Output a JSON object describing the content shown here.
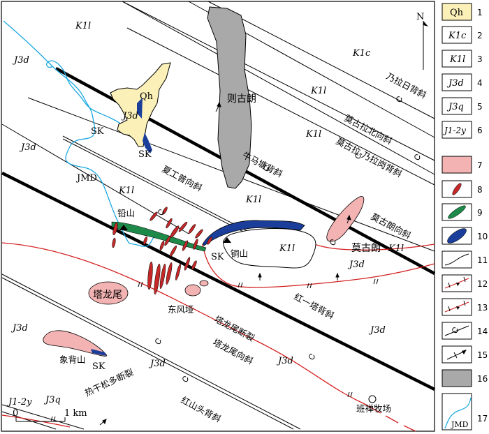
{
  "map": {
    "north_label": "N",
    "scale": {
      "start": "0",
      "end": "1 km"
    },
    "unit_labels": [
      {
        "key": "K1l_a",
        "text": "K1l"
      },
      {
        "key": "K1c",
        "text": "K1c"
      },
      {
        "key": "J3d_a",
        "text": "J3d"
      },
      {
        "key": "Qh",
        "text": "Qh"
      },
      {
        "key": "J3d_b",
        "text": "J3d"
      },
      {
        "key": "J3d_c",
        "text": "J3d"
      },
      {
        "key": "K1l_b",
        "text": "K1l"
      },
      {
        "key": "K1l_c",
        "text": "K1l"
      },
      {
        "key": "K1l_d",
        "text": "K1l"
      },
      {
        "key": "K1l_e",
        "text": "K1l"
      },
      {
        "key": "K1l_f",
        "text": "K1l"
      },
      {
        "key": "K1l_g",
        "text": "K1l"
      },
      {
        "key": "J3d_d",
        "text": "J3d"
      },
      {
        "key": "J3d_e",
        "text": "J3d"
      },
      {
        "key": "J3d_f",
        "text": "J3d"
      },
      {
        "key": "J3d_g",
        "text": "J3d"
      },
      {
        "key": "J3d_h",
        "text": "J3d"
      },
      {
        "key": "J3q",
        "text": "J3q"
      },
      {
        "key": "J12y",
        "text": "J1-2y"
      }
    ],
    "place_labels": {
      "zeguLang": "则古朗",
      "moguLang": "莫古朗",
      "taLongWei": "塔龙尾",
      "dongFengYa": "东风垭",
      "qianShan": "铅山",
      "tongShan": "铜山",
      "xiangBeiShan": "象背山",
      "banChanMuChang": "班禅牧场",
      "JMD": "JMD",
      "SK1": "SK",
      "SK2": "SK",
      "SK3": "SK",
      "SK4": "SK"
    },
    "structure_labels": {
      "nailariAnticline": "乃拉日背斜",
      "mogulaNorthSyncline": "莫古拉北向斜",
      "mogulaNailaGangAnticline": "莫古拉-乃拉岗背斜",
      "niumaTangAnticline": "牛马塘背斜",
      "xiagongPuSyncline": "夏工普向斜",
      "mogulangSyncline": "莫古朗向斜",
      "hongTaAnticline": "红一塔背斜",
      "talongweiFault": "塔龙尾断裂",
      "talongweiSyncline": "塔龙尾向斜",
      "reganSongduoFault": "热干松多断裂",
      "hongShanTouAnticline": "红山头背斜"
    }
  },
  "legend": {
    "items": [
      {
        "num": "1",
        "label": "Qh",
        "type": "box-qh"
      },
      {
        "num": "2",
        "label": "K1c",
        "type": "box-text"
      },
      {
        "num": "3",
        "label": "K1l",
        "type": "box-text"
      },
      {
        "num": "4",
        "label": "J3d",
        "type": "box-text"
      },
      {
        "num": "5",
        "label": "J3q",
        "type": "box-text"
      },
      {
        "num": "6",
        "label": "J1-2y",
        "type": "box-text"
      },
      {
        "num": "7",
        "label": "",
        "type": "granite"
      },
      {
        "num": "8",
        "label": "",
        "type": "dike-red"
      },
      {
        "num": "9",
        "label": "",
        "type": "dike-green"
      },
      {
        "num": "10",
        "label": "",
        "type": "body-blue"
      },
      {
        "num": "11",
        "label": "",
        "type": "contact-line"
      },
      {
        "num": "12",
        "label": "",
        "type": "fault-red"
      },
      {
        "num": "13",
        "label": "",
        "type": "fault-red-2"
      },
      {
        "num": "14",
        "label": "",
        "type": "fold-axis"
      },
      {
        "num": "15",
        "label": "",
        "type": "attitude"
      },
      {
        "num": "16",
        "label": "",
        "type": "gray-body"
      },
      {
        "num": "17",
        "label": "JMD",
        "type": "river"
      }
    ]
  },
  "colors": {
    "qh": "#fbf0b8",
    "granite": "#f4b3b3",
    "red": "#d42020",
    "green": "#1e8a4a",
    "blue": "#1a3e9a",
    "gray": "#a9a9a9",
    "river": "#1aa8e0"
  }
}
